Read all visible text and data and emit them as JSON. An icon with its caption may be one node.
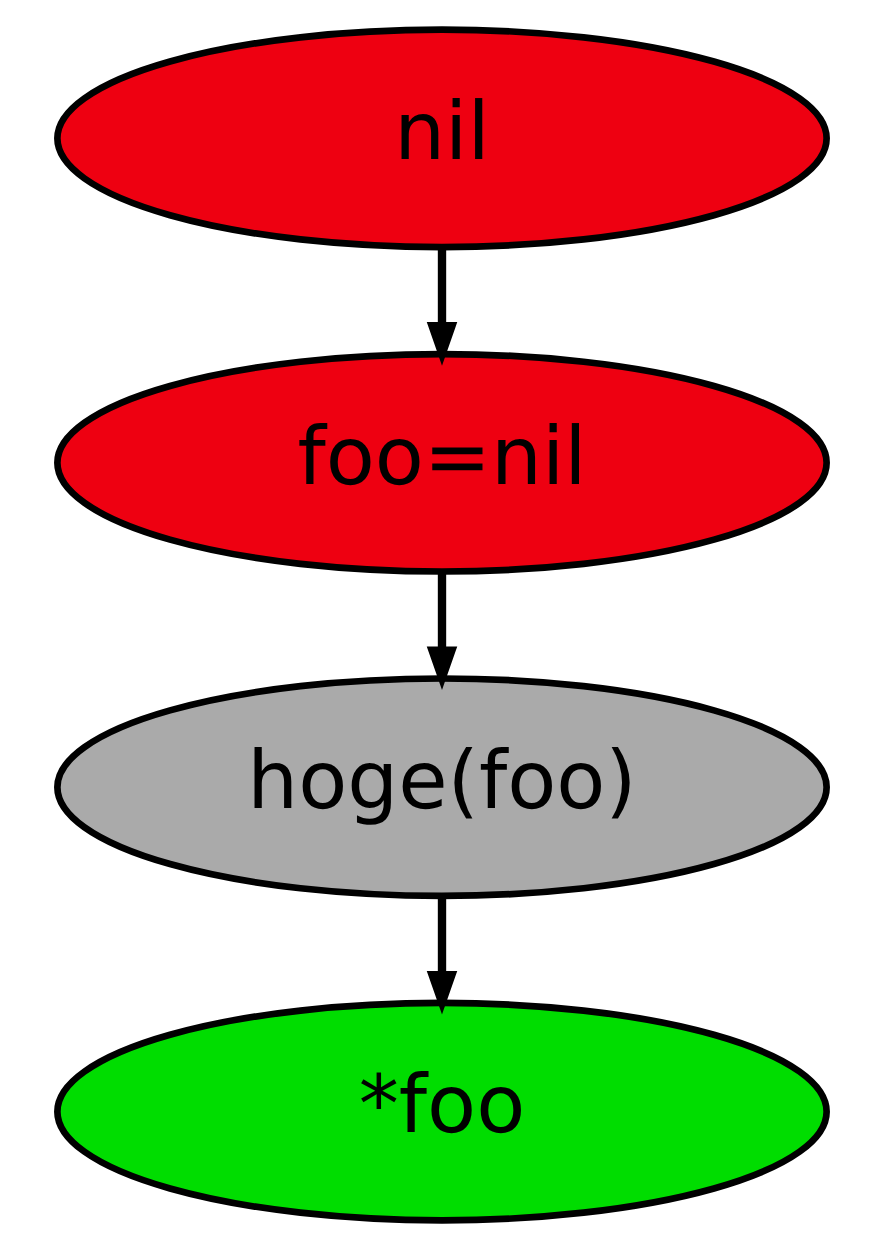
{
  "diagram": {
    "nodes": [
      {
        "text": [
          "nil"
        ]
      },
      {
        "text": [
          "foo=nil"
        ]
      },
      {
        "text": [
          "hoge(foo)"
        ]
      },
      {
        "text": [
          "*foo"
        ]
      }
    ],
    "edges": [
      {
        "from": 0,
        "to": 1,
        "arrow": "to"
      },
      {
        "from": 1,
        "to": 2,
        "arrow": "to"
      },
      {
        "from": 2,
        "to": 3,
        "arrow": "to"
      }
    ]
  }
}
